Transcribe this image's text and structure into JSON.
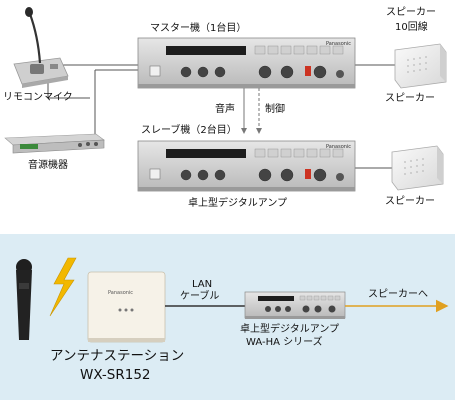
{
  "top": {
    "master_label": "マスター機（1台目）",
    "slave_label": "スレーブ機（2台目）",
    "remote_mic_label": "リモコンマイク",
    "audio_device_label": "音源機器",
    "audio_label": "音声",
    "control_label": "制御",
    "amp_label": "卓上型デジタルアンプ",
    "speaker_label_1": "スピーカー",
    "speaker_label_1b": "10回線",
    "speaker_label_2": "スピーカー",
    "speaker_label_3": "スピーカー",
    "brand": "Panasonic"
  },
  "bottom": {
    "lan_label_1": "LAN",
    "lan_label_2": "ケーブル",
    "amp_label_1": "卓上型デジタルアンプ",
    "amp_label_2": "WA-HA シリーズ",
    "speaker_to_label": "スピーカーへ",
    "antenna_label_1": "アンテナステーション",
    "antenna_label_2": "WX-SR152",
    "brand": "Panasonic"
  },
  "colors": {
    "bottom_bg": "#dcecf4",
    "arrow_gold": "#e0a020",
    "lightning": "#f2b800",
    "cable": "#333333"
  }
}
